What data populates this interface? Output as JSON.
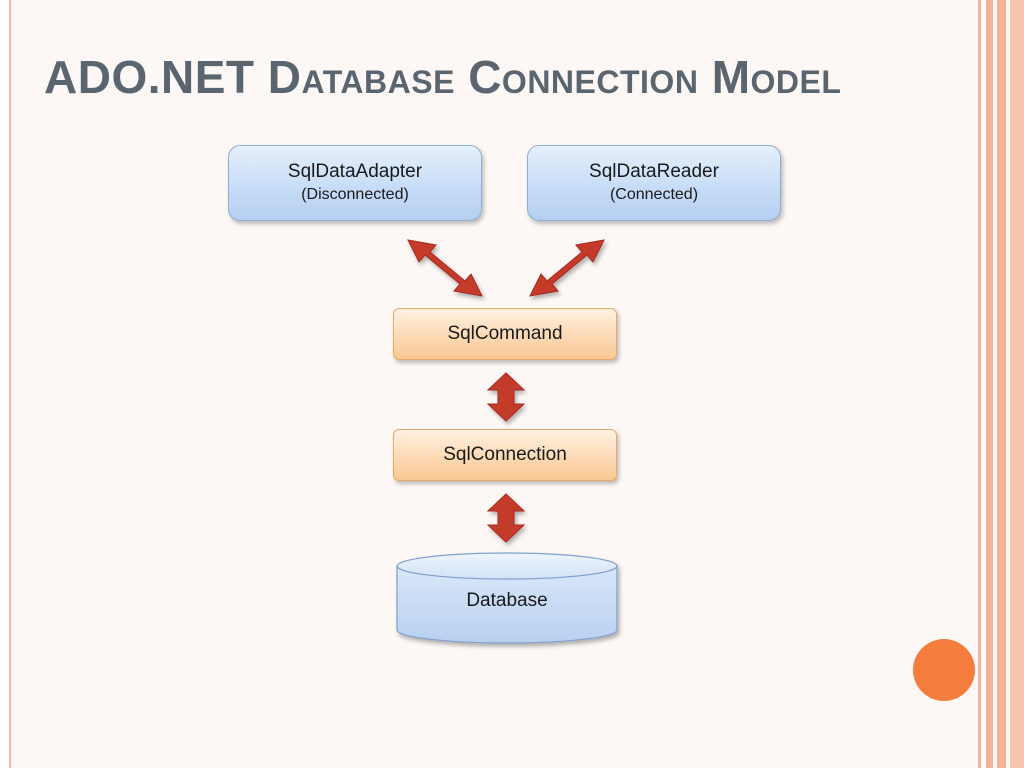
{
  "slide": {
    "title": "ADO.NET Database Connection Model"
  },
  "diagram": {
    "adapter": {
      "label": "SqlDataAdapter",
      "sublabel": "(Disconnected)"
    },
    "reader": {
      "label": "SqlDataReader",
      "sublabel": "(Connected)"
    },
    "command": {
      "label": "SqlCommand"
    },
    "connection": {
      "label": "SqlConnection"
    },
    "database": {
      "label": "Database"
    }
  },
  "colors": {
    "title": "#5a6570",
    "arrow": "#c0392b",
    "blue_box": "#c5dbf6",
    "orange_box": "#fcd7b0",
    "accent_circle": "#f47c3c",
    "border_stripe": "#f4b49b"
  }
}
